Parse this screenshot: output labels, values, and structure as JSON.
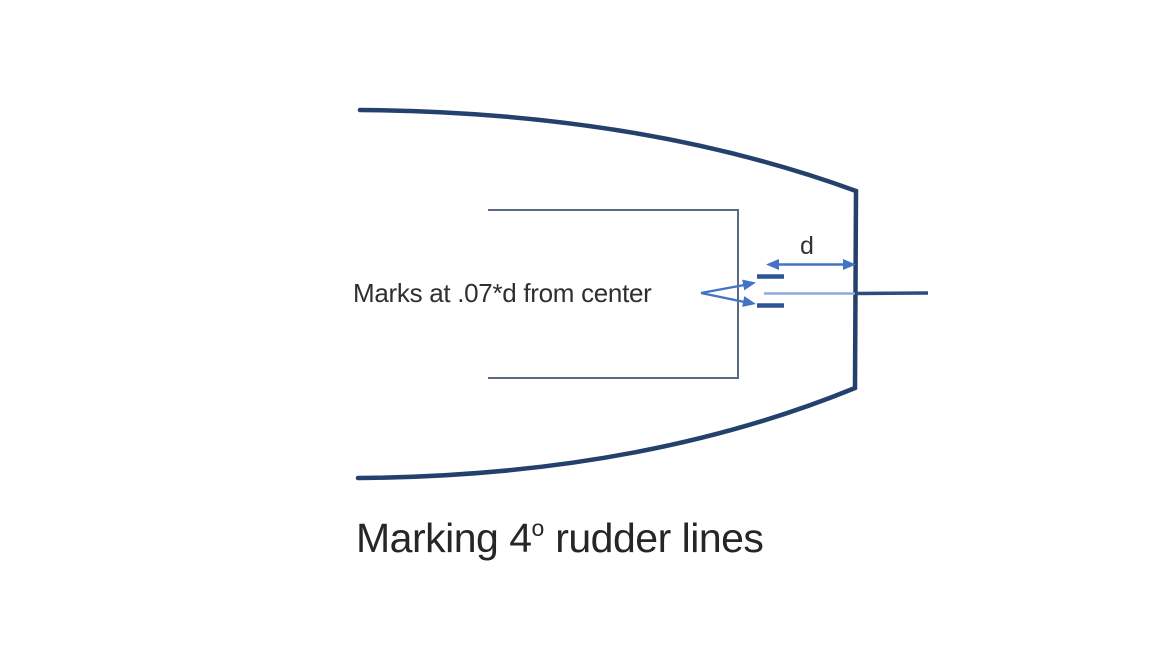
{
  "diagram": {
    "marks_label": "Marks at .07*d from center",
    "dimension_label": "d",
    "caption_prefix": "Marking 4",
    "caption_superscript": "o",
    "caption_suffix": " rudder lines"
  },
  "colors": {
    "hull_outline": "#24416e",
    "deck_box": "#5a6a82",
    "dimension_arrow": "#4472c4",
    "tick_mark": "#2f5496",
    "centerline_forward": "#8faadc",
    "centerline_aft": "#2e4d7e",
    "label_text": "#2f2f2f",
    "caption_text": "#262626"
  }
}
